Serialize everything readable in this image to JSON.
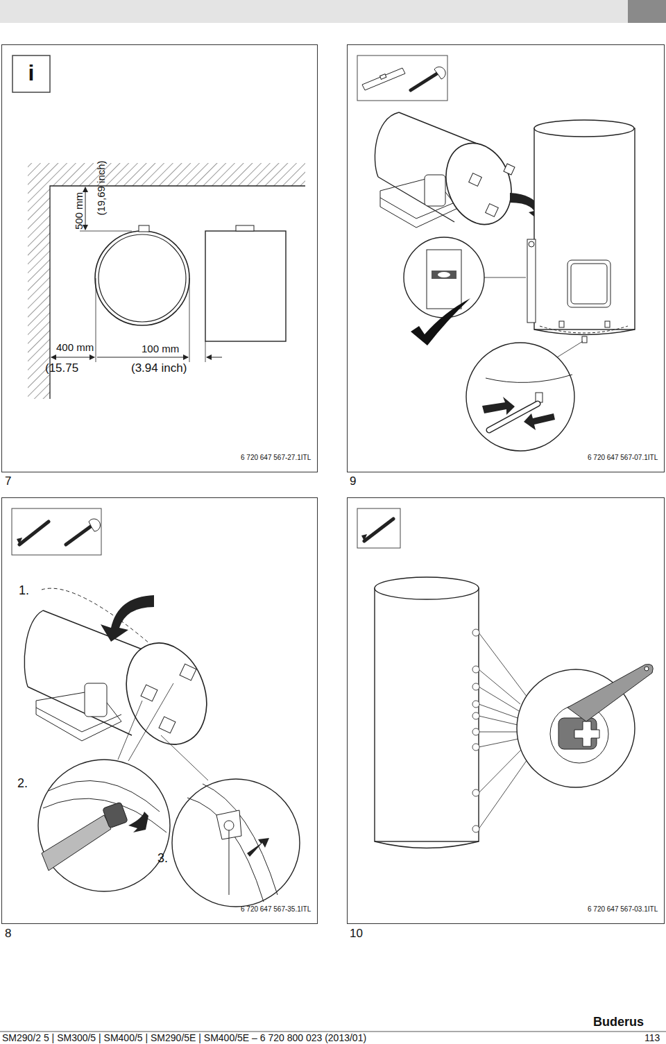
{
  "diagram": {
    "nodes": [
      {
        "text": [
          "500 mm",
          "(19,69 inch)",
          "400 mm",
          "(15.75",
          "100 mm",
          "(3.94 inch)",
          "6 720 647 567-27.1ITL",
          "7"
        ]
      },
      {
        "text": [
          "6 720 647 567-07.1ITL",
          "9"
        ]
      },
      {
        "text": [
          "1.",
          "2.",
          "3.",
          "6 720 647 567-35.1ITL",
          "8"
        ]
      },
      {
        "text": [
          "6 720 647 567-03.1ITL",
          "10"
        ]
      }
    ],
    "labels": [
      "i",
      "Buderus",
      "SM290/2 5 | SM300/5 | SM400/5 | SM290/5E | SM400/5E – 6 720 800 023 (2013/01)",
      "113"
    ]
  }
}
